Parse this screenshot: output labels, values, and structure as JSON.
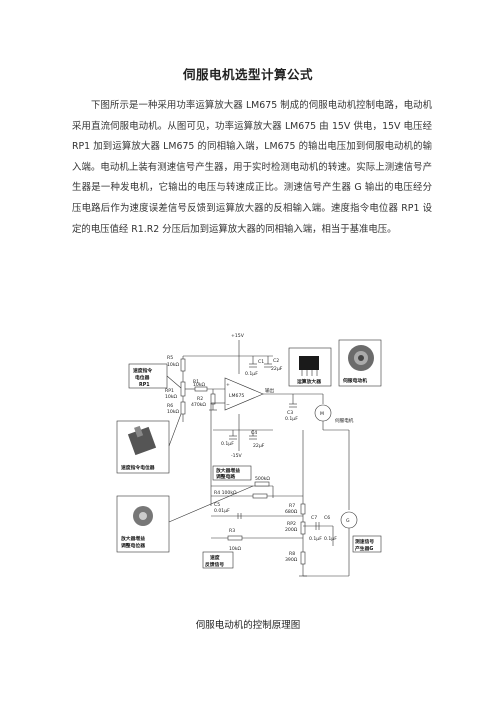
{
  "document": {
    "title": "伺服电机选型计算公式",
    "paragraph": "下图所示是一种采用功率运算放大器 LM675 制成的伺服电动机控制电路，电动机采用直流伺服电动机。从图可见，功率运算放大器 LM675 由 15V 供电，15V 电压经 RP1 加到运算放大器 LM675 的同相输入端，LM675 的输出电压加到伺服电动机的输入端。电动机上装有测速信号产生器，用于实时检测电动机的转速。实际上测速信号产生器是一种发电机，它输出的电压与转速成正比。测速信号产生器 G 输出的电压经分压电路后作为速度误差信号反馈到运算放大器的反相输入端。速度指令电位器 RP1 设定的电压值经 R1.R2 分压后加到运算放大器的同相输入端，相当于基准电压。",
    "caption": "伺服电动机的控制原理图"
  },
  "diagram": {
    "vcc": "+15V",
    "vee": "-15V",
    "opamp": "LM675",
    "output_label": "输出",
    "labels": {
      "speed_pot_callout": [
        "速度指令",
        "电位器",
        "RP1"
      ],
      "speed_pot_photo": "速度指令电位器",
      "amp_callout": "运算放大器",
      "motor_callout": "伺服电动机",
      "motor_text": "伺服电机",
      "gain_callout": [
        "放大器增益",
        "调整电路"
      ],
      "gain_pot_photo": [
        "放大器增益",
        "调整电位器"
      ],
      "speed_feedback": [
        "速度",
        "反馈信号"
      ],
      "tacho": [
        "测速信号",
        "产生器G"
      ],
      "motor_symbol": "M",
      "tacho_symbol": "G"
    },
    "components": {
      "R5": "R5",
      "R5_val": "10kΩ",
      "R1": "R1",
      "R1_val": "10kΩ",
      "RP1": "RP1",
      "RP1_val": "10kΩ",
      "R6": "R6",
      "R6_val": "10kΩ",
      "R2": "R2",
      "R2_val": "470kΩ",
      "C1": "C1",
      "C1_val": "0.1μF",
      "C2": "C2",
      "C2_val": "22μF",
      "C3": "C3",
      "C3_val": "0.1μF",
      "C4": "C4",
      "C4_val": "0.1μF",
      "C4b_val": "22μF",
      "gain_pot": "500kΩ",
      "R_pot": "R4 100kΩ",
      "C5": "C5",
      "C5_val": "0.01μF",
      "R3": "R3",
      "R3_val": "10kΩ",
      "R7": "R7",
      "R7_val": "680Ω",
      "RP2": "RP2",
      "RP2_val": "200Ω",
      "R8": "R8",
      "R8_val": "390Ω",
      "C7": "C7",
      "C7_val": "0.1μF",
      "C6": "C6",
      "C6_val": "0.1μF"
    }
  }
}
